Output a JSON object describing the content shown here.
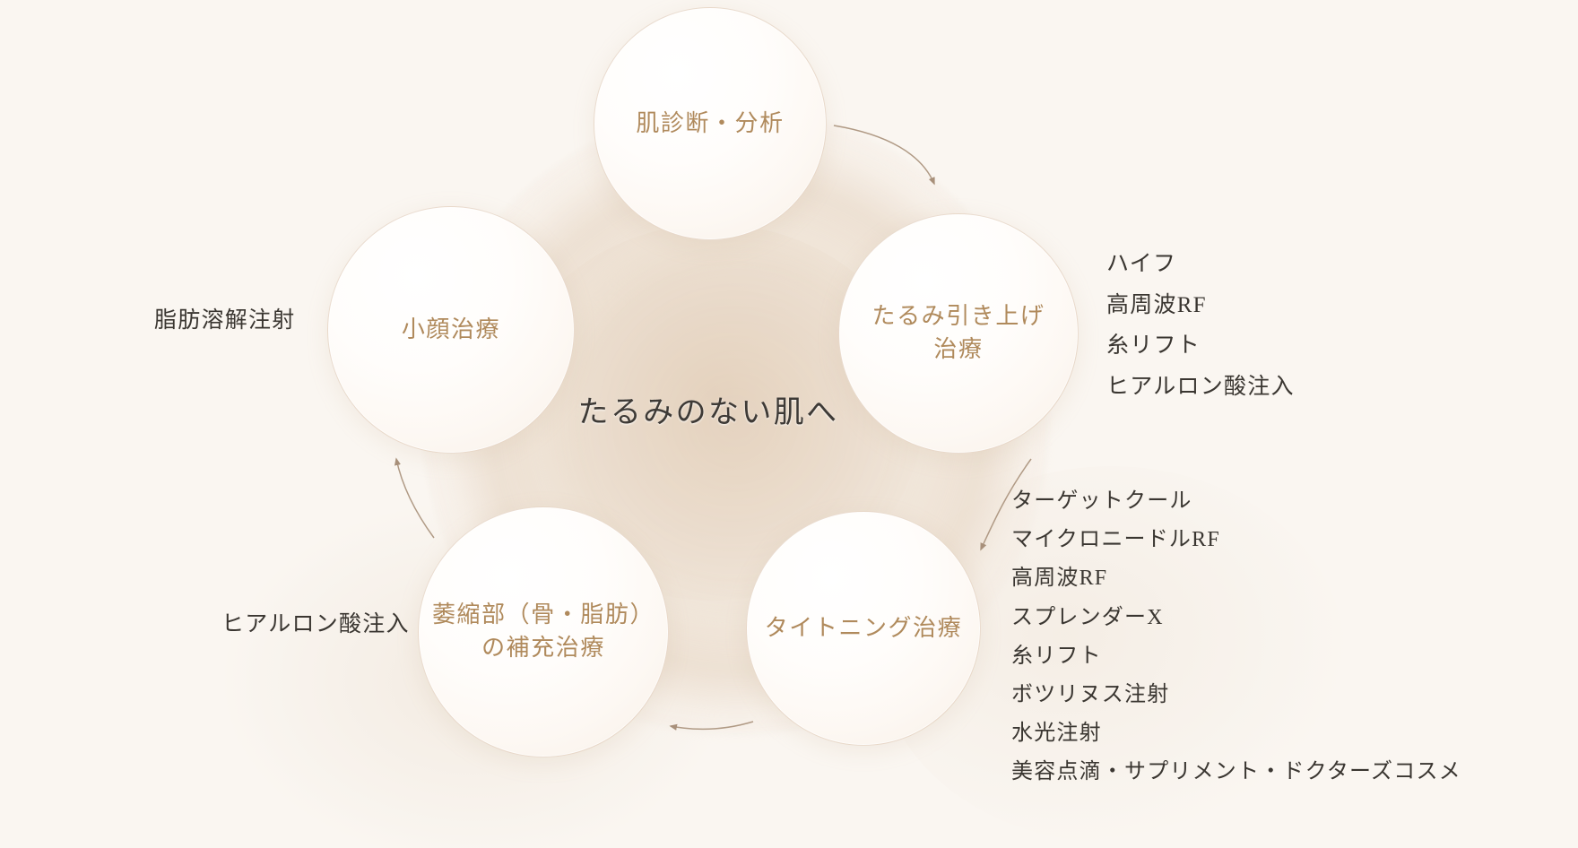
{
  "diagram": {
    "center_text": "たるみのない肌へ",
    "nodes": [
      {
        "id": "skin-diagnosis",
        "label": "肌診断・分析"
      },
      {
        "id": "lifting",
        "label": "たるみ引き上げ\n治療"
      },
      {
        "id": "tightening",
        "label": "タイトニング治療"
      },
      {
        "id": "volume-refill",
        "label": "萎縮部（骨・脂肪）\nの補充治療"
      },
      {
        "id": "small-face",
        "label": "小顔治療"
      }
    ],
    "lists": {
      "lifting": [
        "ハイフ",
        "高周波RF",
        "糸リフト",
        "ヒアルロン酸注入"
      ],
      "tightening": [
        "ターゲットクール",
        "マイクロニードルRF",
        "高周波RF",
        "スプレンダーX",
        "糸リフト",
        "ボツリヌス注射",
        "水光注射",
        "美容点滴・サプリメント・ドクターズコスメ"
      ]
    },
    "notes": {
      "small_face": "脂肪溶解注射",
      "volume_refill": "ヒアルロン酸注入"
    },
    "colors": {
      "background": "#faf6f1",
      "node_label": "#b08a5c",
      "body_text": "#3a3631",
      "arrow": "#b09a85",
      "outer_frame": "#2e4632"
    }
  }
}
